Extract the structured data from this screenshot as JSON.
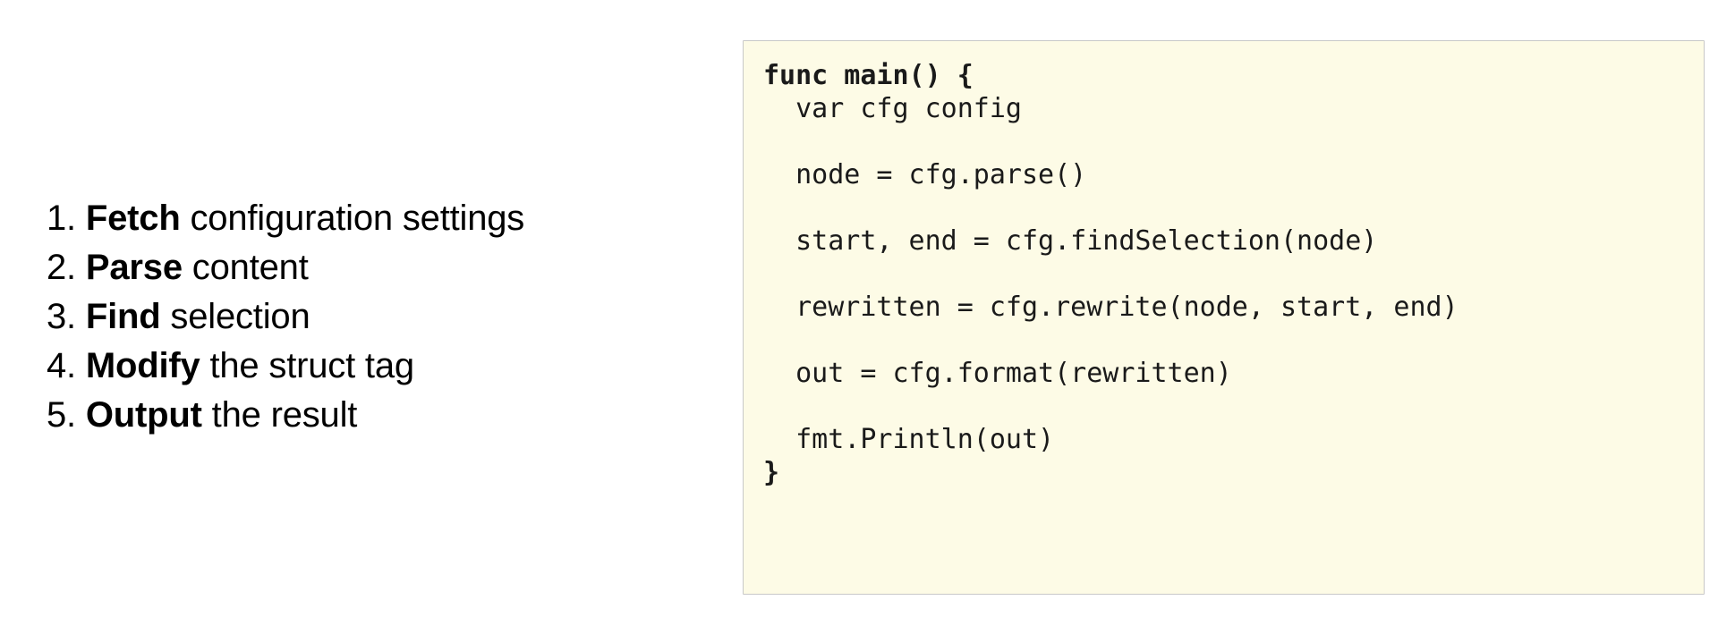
{
  "colors": {
    "page_background": "#ffffff",
    "code_background": "#fdfbe6",
    "code_border": "#c8c8c8",
    "text": "#000000"
  },
  "steps": {
    "items": [
      {
        "number": "1.",
        "lead": "Fetch",
        "rest": " configuration settings"
      },
      {
        "number": "2.",
        "lead": "Parse",
        "rest": " content"
      },
      {
        "number": "3.",
        "lead": "Find",
        "rest": " selection"
      },
      {
        "number": "4.",
        "lead": "Modify",
        "rest": " the struct tag"
      },
      {
        "number": "5.",
        "lead": "Output",
        "rest": " the result"
      }
    ]
  },
  "code": {
    "language": "go",
    "lines": [
      {
        "text": "func main() {",
        "bold": true
      },
      {
        "text": "  var cfg config",
        "bold": false
      },
      {
        "text": "",
        "bold": false
      },
      {
        "text": "  node = cfg.parse()",
        "bold": false
      },
      {
        "text": "",
        "bold": false
      },
      {
        "text": "  start, end = cfg.findSelection(node)",
        "bold": false
      },
      {
        "text": "",
        "bold": false
      },
      {
        "text": "  rewritten = cfg.rewrite(node, start, end)",
        "bold": false
      },
      {
        "text": "",
        "bold": false
      },
      {
        "text": "  out = cfg.format(rewritten)",
        "bold": false
      },
      {
        "text": "",
        "bold": false
      },
      {
        "text": "  fmt.Println(out)",
        "bold": false
      },
      {
        "text": "}",
        "bold": true
      }
    ]
  }
}
